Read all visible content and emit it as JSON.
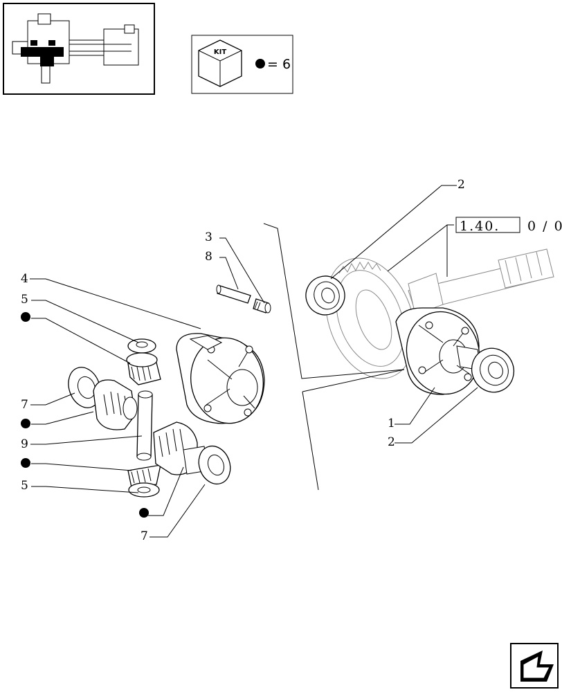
{
  "kit": {
    "badge_text": "KIT",
    "qty_equals": "= 6"
  },
  "reference": {
    "code": "1.40.",
    "suffix": "0 / 0"
  },
  "callouts": {
    "c2_top": "2",
    "c3": "3",
    "c8": "8",
    "c4": "4",
    "c5_top": "5",
    "c7_top": "7",
    "c9": "9",
    "c5_bottom": "5",
    "c7_bottom": "7",
    "c1": "1",
    "c2_bottom": "2"
  }
}
